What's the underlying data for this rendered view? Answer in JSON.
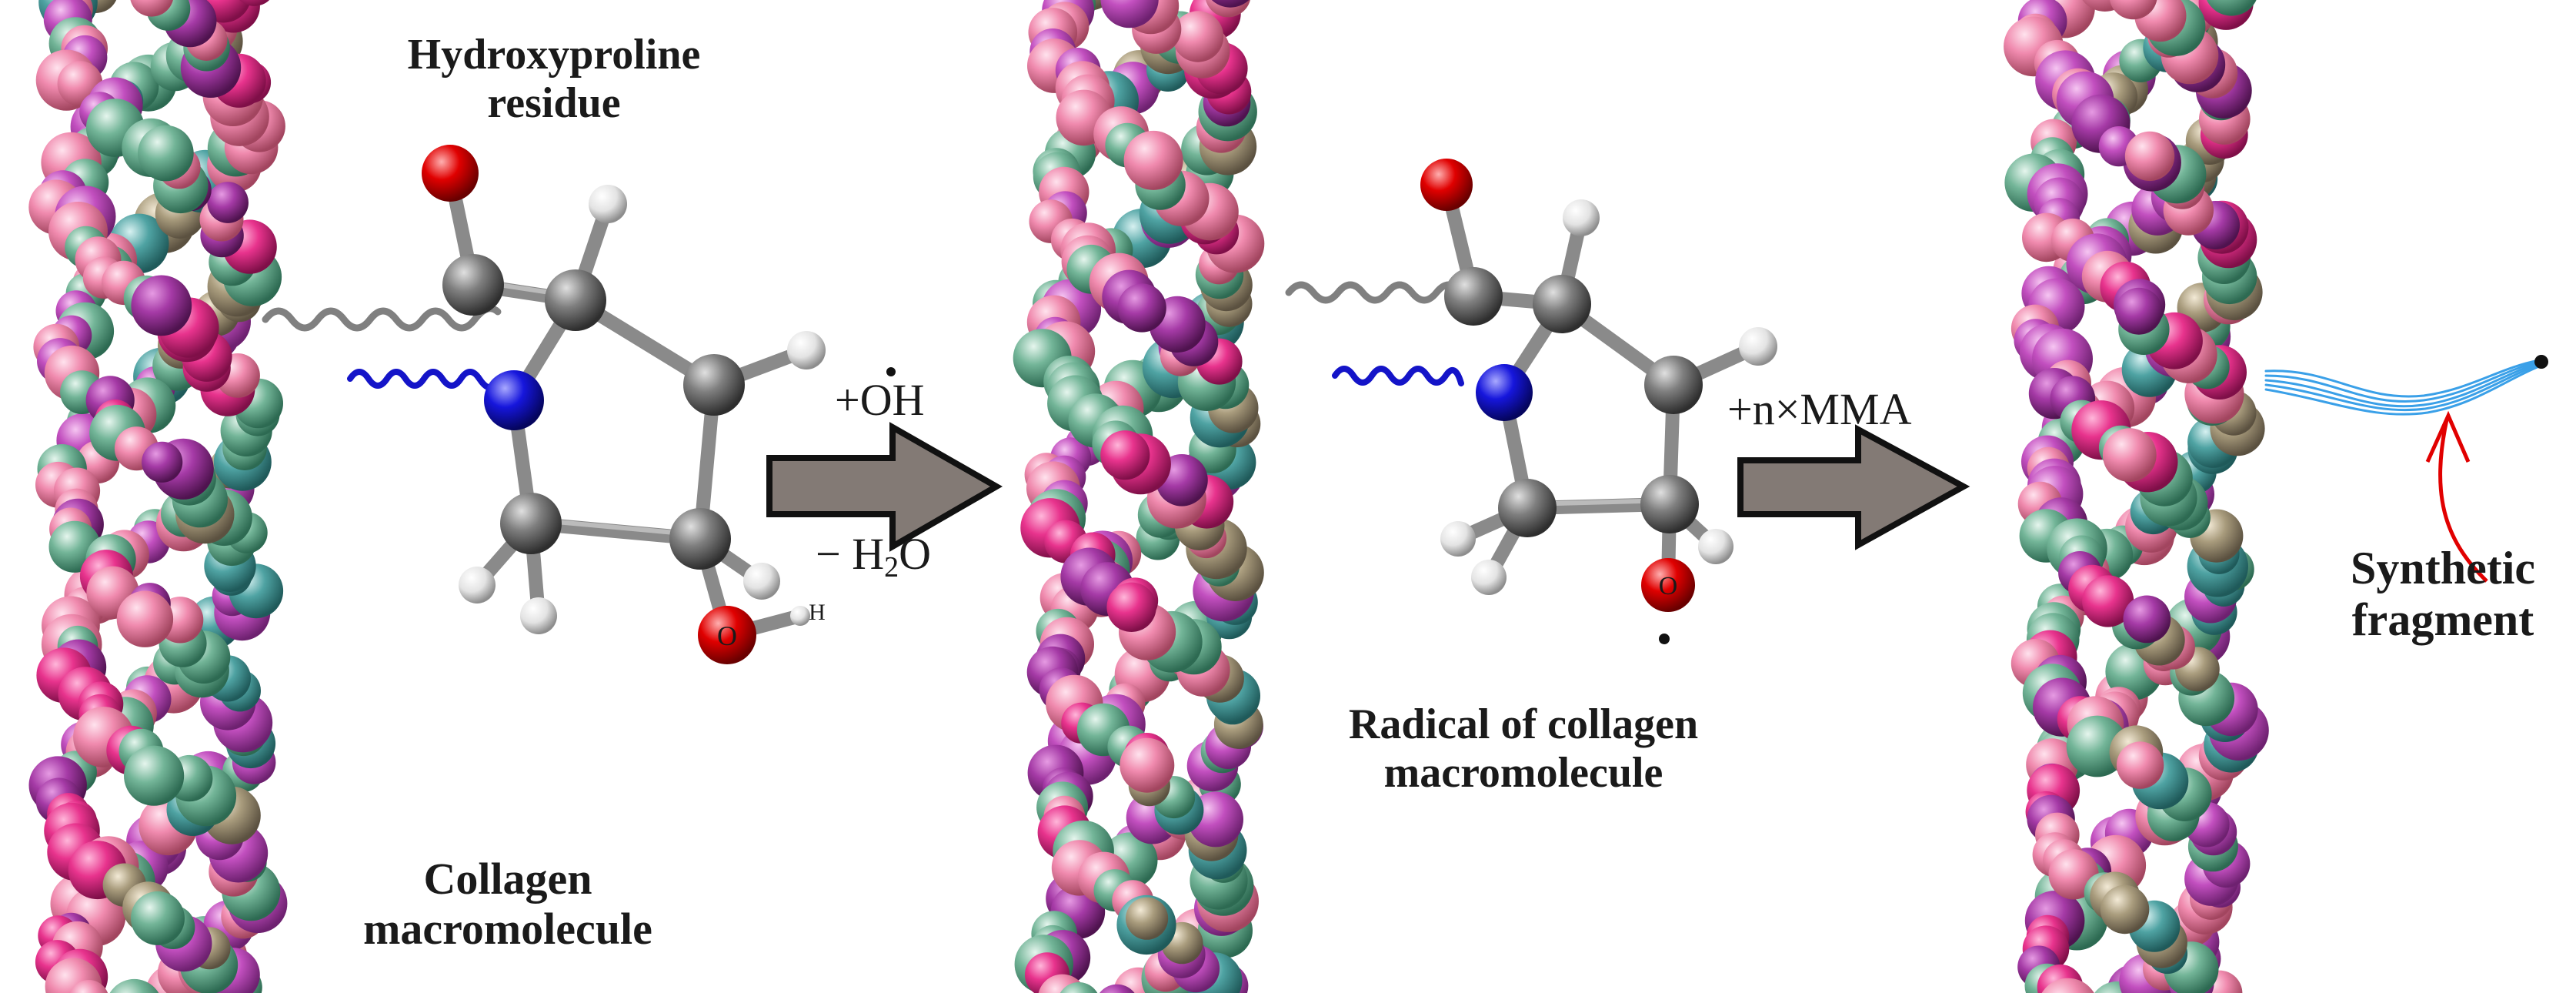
{
  "labels": {
    "hydroxyproline": [
      "Hydroxyproline",
      "residue"
    ],
    "collagen": [
      "Collagen",
      "macromolecule"
    ],
    "radical": [
      "Radical of collagen",
      "macromolecule"
    ],
    "synthetic": [
      "Synthetic",
      "fragment"
    ],
    "reagent_oh": "+OH",
    "minus_h2o": "− H",
    "h2o_sub": "2",
    "h2o_tail": "O",
    "plus_mma": "+n×MMA",
    "atom_o": "O",
    "atom_h": "H"
  },
  "colors": {
    "helix_magenta": "#c24fbf",
    "helix_pink": "#f07ea6",
    "helix_green": "#6fb295",
    "helix_tan": "#a89a7c",
    "carbon": "#7a7a7a",
    "oxygen": "#d40000",
    "nitrogen": "#1414d9",
    "hydrogen": "#e8e8e8",
    "arrow_fill": "#837a75",
    "red_pointer": "#e10000",
    "polymer_blue": "#3aa0e8"
  }
}
